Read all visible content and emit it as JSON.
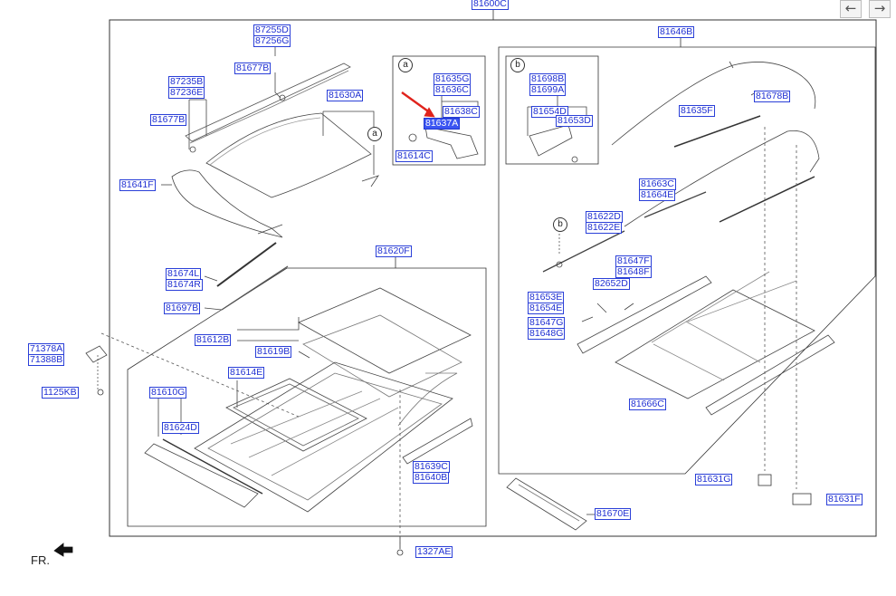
{
  "nav": {
    "back_glyph": "←",
    "forward_glyph": "→"
  },
  "orientation": {
    "label": "FR."
  },
  "insets": {
    "a": "a",
    "b": "b"
  },
  "callouts": {
    "c81600C": "81600C",
    "c87255D": "87255D",
    "c87256G": "87256G",
    "c81677B_top": "81677B",
    "c87235B": "87235B",
    "c87236E": "87236E",
    "c81677B_mid": "81677B",
    "c81630A": "81630A",
    "c81641F": "81641F",
    "c81635G": "81635G",
    "c81636C": "81636C",
    "c81638C": "81638C",
    "c81637A": "81637A",
    "c81614C": "81614C",
    "c81698B": "81698B",
    "c81699A": "81699A",
    "c81654D": "81654D",
    "c81653D": "81653D",
    "c81646B": "81646B",
    "c81678B": "81678B",
    "c81635F": "81635F",
    "c81663C": "81663C",
    "c81664E": "81664E",
    "c81622D": "81622D",
    "c81622E": "81622E",
    "c81647F": "81647F",
    "c81648F": "81648F",
    "c82652D": "82652D",
    "c81653E": "81653E",
    "c81654E": "81654E",
    "c81647G": "81647G",
    "c81648G": "81648G",
    "c81666C": "81666C",
    "c81674L": "81674L",
    "c81674R": "81674R",
    "c81697B": "81697B",
    "c81620F": "81620F",
    "c81612B": "81612B",
    "c81619B": "81619B",
    "c81614E": "81614E",
    "c81610G": "81610G",
    "c81624D": "81624D",
    "c81639C": "81639C",
    "c81640B": "81640B",
    "c71378A": "71378A",
    "c71388B": "71388B",
    "c1125KB": "1125KB",
    "c81631G": "81631G",
    "c81631F": "81631F",
    "c81670E": "81670E",
    "c1327AE": "1327AE"
  },
  "colors": {
    "label_text": "#1f2fd2",
    "label_border": "#2a3fd8",
    "highlight": "#3b55f2",
    "pointer_arrow": "#e0231c"
  }
}
